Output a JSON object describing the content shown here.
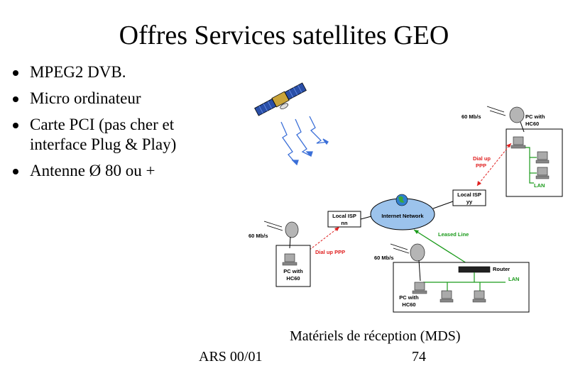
{
  "slide": {
    "title": "Offres Services satellites GEO",
    "bullets": [
      "MPEG2 DVB.",
      "Micro ordinateur",
      "Carte PCI (pas cher et interface Plug & Play)",
      "Antenne Ø 80 ou +"
    ],
    "footer_caption": "Matériels de réception (MDS)",
    "footer_left": "ARS 00/01",
    "page_number": "74"
  },
  "diagram": {
    "internet_label": "Internet Network",
    "isp_left": [
      "Local ISP",
      "nn"
    ],
    "isp_right": [
      "Local ISP",
      "yy"
    ],
    "speed": "60 Mb/s",
    "pc_label": [
      "PC with",
      "HC60"
    ],
    "dialup_right": [
      "Dial up",
      "PPP"
    ],
    "dialup_left": "Dial up PPP",
    "leased_line": "Leased Line",
    "router": "Router",
    "lan": "LAN",
    "colors": {
      "link_red": "#e02020",
      "link_green": "#1a9a1a",
      "lan_green": "#1a9a1a",
      "globe": "#9cc3ec",
      "satellite": "#2a4fa8"
    }
  }
}
